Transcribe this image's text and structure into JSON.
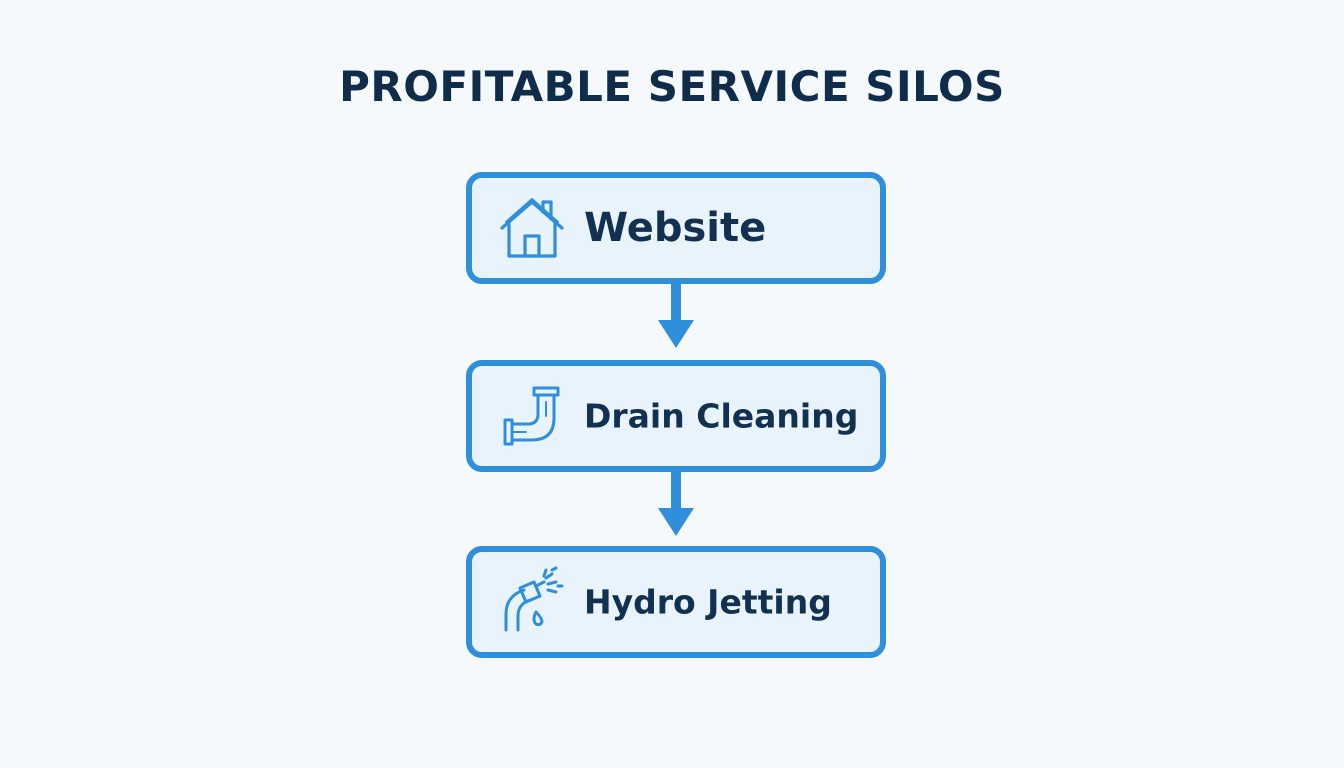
{
  "title": "PROFITABLE SERVICE SILOS",
  "nodes": [
    {
      "label": "Website",
      "icon": "house-icon"
    },
    {
      "label": "Drain Cleaning",
      "icon": "pipe-icon"
    },
    {
      "label": "Hydro Jetting",
      "icon": "spray-nozzle-icon"
    }
  ],
  "colors": {
    "accent": "#2f8fdb",
    "node_fill": "#e8f3fc",
    "text": "#123150",
    "background": "#f6f9fb"
  }
}
